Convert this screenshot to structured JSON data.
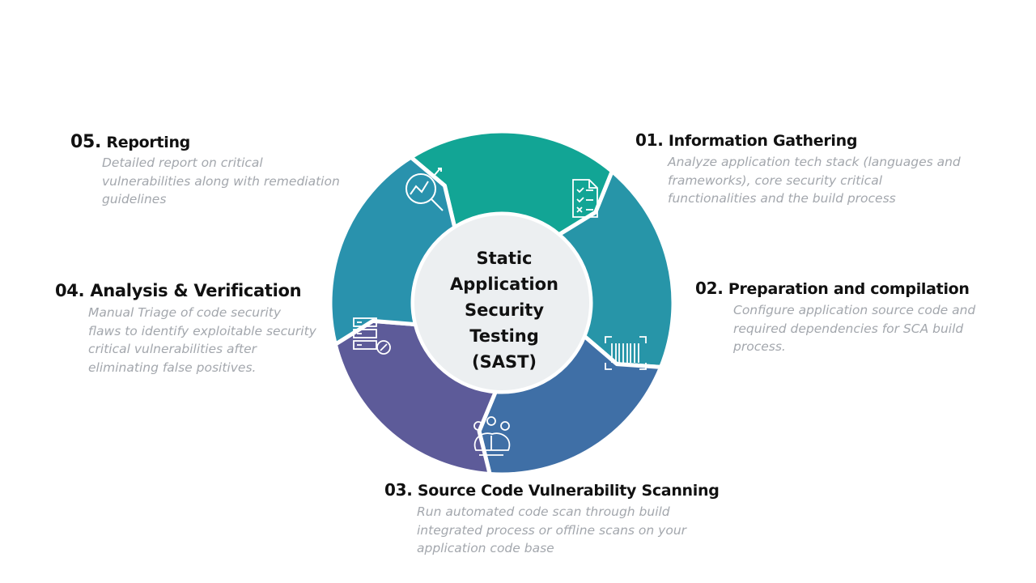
{
  "colors": {
    "segment_1": "#12a595",
    "segment_2": "#2795a8",
    "segment_3": "#3f6fa6",
    "segment_4": "#5d5b99",
    "segment_5": "#2992ad",
    "hub": "#eceff1",
    "title": "#111111",
    "description": "#a3a7ad"
  },
  "center": {
    "lines": [
      "Static",
      "Application",
      "Security",
      "Testing",
      "(SAST)"
    ]
  },
  "steps": [
    {
      "number": "01.",
      "title": "Information Gathering",
      "icon": "document-checklist-icon",
      "description": [
        "Analyze application tech stack (languages and",
        "frameworks), core security critical",
        "functionalities and the build process"
      ]
    },
    {
      "number": "02.",
      "title": "Preparation and compilation",
      "icon": "barcode-scan-icon",
      "description": [
        "Configure application source code and",
        "required dependencies for SCA build",
        "process."
      ]
    },
    {
      "number": "03.",
      "title": "Source Code Vulnerability Scanning",
      "icon": "brain-gears-icon",
      "description": [
        "Run automated code scan through build",
        "integrated process or offline scans on your",
        "application code base"
      ]
    },
    {
      "number": "04.",
      "title": "Analysis & Verification",
      "icon": "server-security-icon",
      "description": [
        "Manual Triage of code security",
        "flaws to identify exploitable security",
        "critical vulnerabilities after",
        "eliminating false positives."
      ]
    },
    {
      "number": "05.",
      "title": "Reporting",
      "icon": "magnifier-analytics-icon",
      "description": [
        "Detailed report on critical",
        "vulnerabilities along with remediation",
        "guidelines"
      ]
    }
  ]
}
